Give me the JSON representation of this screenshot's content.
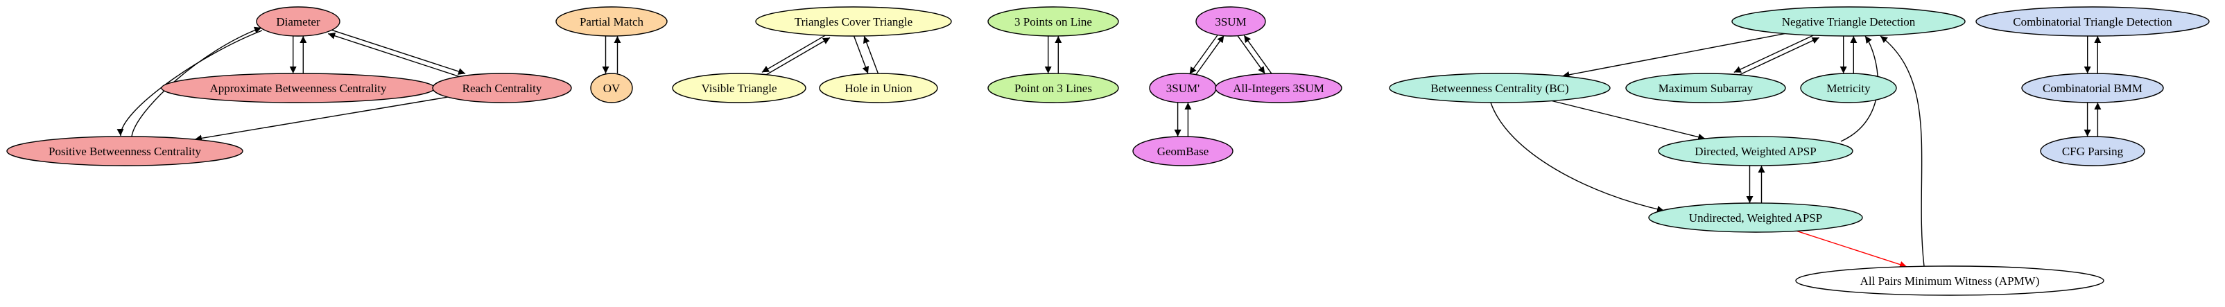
{
  "nodes": {
    "diameter": {
      "label": "Diameter",
      "color": "#f4a0a0"
    },
    "approx_bc": {
      "label": "Approximate Betweenness Centrality",
      "color": "#f4a0a0"
    },
    "reach": {
      "label": "Reach Centrality",
      "color": "#f4a0a0"
    },
    "pos_bc": {
      "label": "Positive Betweenness Centrality",
      "color": "#f4a0a0"
    },
    "partial_match": {
      "label": "Partial Match",
      "color": "#fdd4a0"
    },
    "ov": {
      "label": "OV",
      "color": "#fdd4a0"
    },
    "tri_cover": {
      "label": "Triangles Cover Triangle",
      "color": "#fdfdc0"
    },
    "visible_tri": {
      "label": "Visible Triangle",
      "color": "#fdfdc0"
    },
    "hole_union": {
      "label": "Hole in Union",
      "color": "#fdfdc0"
    },
    "three_pts": {
      "label": "3 Points on Line",
      "color": "#c8f4a0"
    },
    "pt_3lines": {
      "label": "Point on 3 Lines",
      "color": "#c8f4a0"
    },
    "threesum": {
      "label": "3SUM",
      "color": "#ee90ee"
    },
    "threesum_p": {
      "label": "3SUM'",
      "color": "#ee90ee"
    },
    "all_int": {
      "label": "All-Integers 3SUM",
      "color": "#ee90ee"
    },
    "geombase": {
      "label": "GeomBase",
      "color": "#ee90ee"
    },
    "neg_tri": {
      "label": "Negative Triangle Detection",
      "color": "#b8f0e0"
    },
    "bc": {
      "label": "Betweenness Centrality (BC)",
      "color": "#b8f0e0"
    },
    "max_sub": {
      "label": "Maximum Subarray",
      "color": "#b8f0e0"
    },
    "metricity": {
      "label": "Metricity",
      "color": "#b8f0e0"
    },
    "dir_apsp": {
      "label": "Directed, Weighted APSP",
      "color": "#b8f0e0"
    },
    "und_apsp": {
      "label": "Undirected, Weighted APSP",
      "color": "#b8f0e0"
    },
    "apmw": {
      "label": "All Pairs Minimum Witness (APMW)",
      "color": "#ffffff"
    },
    "comb_tri": {
      "label": "Combinatorial Triangle Detection",
      "color": "#ccdaf4"
    },
    "comb_bmm": {
      "label": "Combinatorial BMM",
      "color": "#ccdaf4"
    },
    "cfg": {
      "label": "CFG Parsing",
      "color": "#ccdaf4"
    }
  },
  "edges": [
    {
      "from": "diameter",
      "to": "approx_bc",
      "color": "#000000"
    },
    {
      "from": "approx_bc",
      "to": "diameter",
      "color": "#000000"
    },
    {
      "from": "diameter",
      "to": "reach",
      "color": "#000000"
    },
    {
      "from": "reach",
      "to": "diameter",
      "color": "#000000"
    },
    {
      "from": "diameter",
      "to": "pos_bc",
      "color": "#000000"
    },
    {
      "from": "pos_bc",
      "to": "diameter",
      "color": "#000000"
    },
    {
      "from": "reach",
      "to": "pos_bc",
      "color": "#000000"
    },
    {
      "from": "partial_match",
      "to": "ov",
      "color": "#000000"
    },
    {
      "from": "ov",
      "to": "partial_match",
      "color": "#000000"
    },
    {
      "from": "tri_cover",
      "to": "visible_tri",
      "color": "#000000"
    },
    {
      "from": "visible_tri",
      "to": "tri_cover",
      "color": "#000000"
    },
    {
      "from": "tri_cover",
      "to": "hole_union",
      "color": "#000000"
    },
    {
      "from": "hole_union",
      "to": "tri_cover",
      "color": "#000000"
    },
    {
      "from": "three_pts",
      "to": "pt_3lines",
      "color": "#000000"
    },
    {
      "from": "pt_3lines",
      "to": "three_pts",
      "color": "#000000"
    },
    {
      "from": "threesum",
      "to": "threesum_p",
      "color": "#000000"
    },
    {
      "from": "threesum_p",
      "to": "threesum",
      "color": "#000000"
    },
    {
      "from": "threesum",
      "to": "all_int",
      "color": "#000000"
    },
    {
      "from": "all_int",
      "to": "threesum",
      "color": "#000000"
    },
    {
      "from": "threesum_p",
      "to": "geombase",
      "color": "#000000"
    },
    {
      "from": "geombase",
      "to": "threesum_p",
      "color": "#000000"
    },
    {
      "from": "neg_tri",
      "to": "bc",
      "color": "#000000"
    },
    {
      "from": "neg_tri",
      "to": "max_sub",
      "color": "#000000"
    },
    {
      "from": "max_sub",
      "to": "neg_tri",
      "color": "#000000"
    },
    {
      "from": "neg_tri",
      "to": "metricity",
      "color": "#000000"
    },
    {
      "from": "metricity",
      "to": "neg_tri",
      "color": "#000000"
    },
    {
      "from": "bc",
      "to": "dir_apsp",
      "color": "#000000"
    },
    {
      "from": "bc",
      "to": "und_apsp",
      "color": "#000000"
    },
    {
      "from": "dir_apsp",
      "to": "neg_tri",
      "color": "#000000"
    },
    {
      "from": "dir_apsp",
      "to": "und_apsp",
      "color": "#000000"
    },
    {
      "from": "und_apsp",
      "to": "dir_apsp",
      "color": "#000000"
    },
    {
      "from": "und_apsp",
      "to": "apmw",
      "color": "#ff0000"
    },
    {
      "from": "apmw",
      "to": "neg_tri",
      "color": "#000000"
    },
    {
      "from": "comb_tri",
      "to": "comb_bmm",
      "color": "#000000"
    },
    {
      "from": "comb_bmm",
      "to": "comb_tri",
      "color": "#000000"
    },
    {
      "from": "comb_bmm",
      "to": "cfg",
      "color": "#000000"
    },
    {
      "from": "cfg",
      "to": "comb_bmm",
      "color": "#000000"
    }
  ]
}
